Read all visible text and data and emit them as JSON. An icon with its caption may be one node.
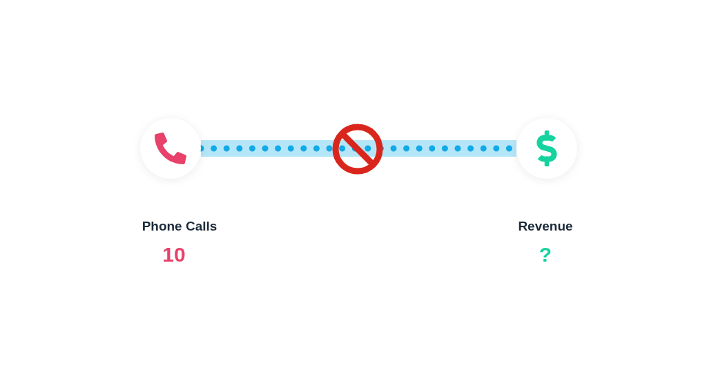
{
  "diagram": {
    "nodes": [
      {
        "text": [],
        "shape": "circle",
        "beside": [
          "Phone Calls",
          "10"
        ]
      },
      {
        "text": [],
        "shape": "circle",
        "beside": [
          "Revenue",
          "?"
        ]
      }
    ],
    "edges": [
      {
        "from": 0,
        "to": 1,
        "arrow": "none",
        "style": "dashed"
      }
    ]
  }
}
